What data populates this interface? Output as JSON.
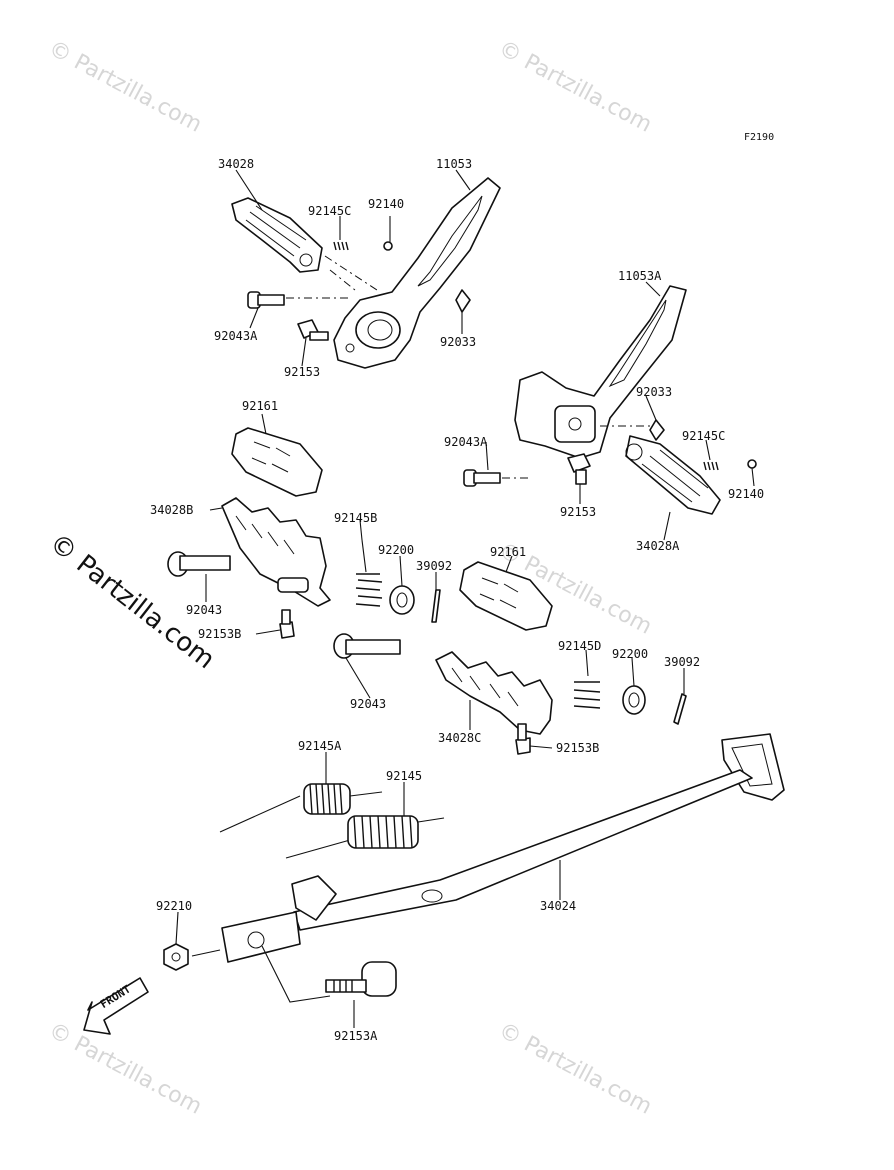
{
  "figure_code": "F2190",
  "watermarks": {
    "small": "© Partzilla.com",
    "large": "© Partzilla.com"
  },
  "front_arrow_label": "FRONT",
  "callouts": [
    {
      "id": "34028",
      "text": "34028"
    },
    {
      "id": "11053",
      "text": "11053"
    },
    {
      "id": "92145C-top",
      "text": "92145C"
    },
    {
      "id": "92140-top",
      "text": "92140"
    },
    {
      "id": "92043A-top",
      "text": "92043A"
    },
    {
      "id": "92033-top",
      "text": "92033"
    },
    {
      "id": "92153-top",
      "text": "92153"
    },
    {
      "id": "11053A",
      "text": "11053A"
    },
    {
      "id": "92033-right",
      "text": "92033"
    },
    {
      "id": "92145C-right",
      "text": "92145C"
    },
    {
      "id": "92043A-right",
      "text": "92043A"
    },
    {
      "id": "92140-right",
      "text": "92140"
    },
    {
      "id": "92153-right",
      "text": "92153"
    },
    {
      "id": "34028A",
      "text": "34028A"
    },
    {
      "id": "92161-left",
      "text": "92161"
    },
    {
      "id": "34028B",
      "text": "34028B"
    },
    {
      "id": "92145B",
      "text": "92145B"
    },
    {
      "id": "92200-left",
      "text": "92200"
    },
    {
      "id": "39092-left",
      "text": "39092"
    },
    {
      "id": "92161-right",
      "text": "92161"
    },
    {
      "id": "92043-left",
      "text": "92043"
    },
    {
      "id": "92153B-left",
      "text": "92153B"
    },
    {
      "id": "92145D",
      "text": "92145D"
    },
    {
      "id": "92200-right",
      "text": "92200"
    },
    {
      "id": "39092-right",
      "text": "39092"
    },
    {
      "id": "92043-mid",
      "text": "92043"
    },
    {
      "id": "34028C",
      "text": "34028C"
    },
    {
      "id": "92153B-right",
      "text": "92153B"
    },
    {
      "id": "92145A",
      "text": "92145A"
    },
    {
      "id": "92145",
      "text": "92145"
    },
    {
      "id": "34024",
      "text": "34024"
    },
    {
      "id": "92210",
      "text": "92210"
    },
    {
      "id": "92153A",
      "text": "92153A"
    }
  ]
}
